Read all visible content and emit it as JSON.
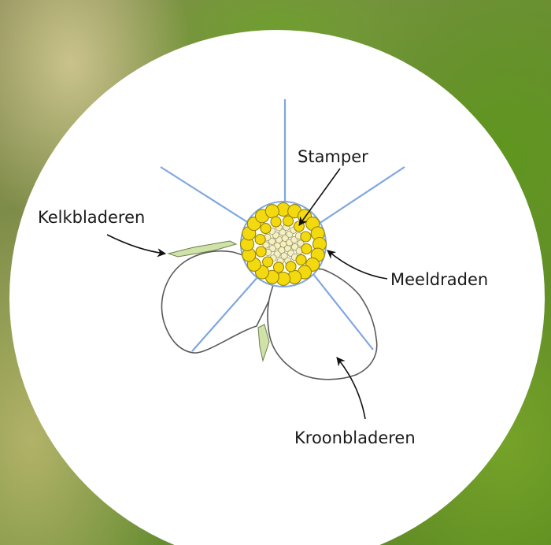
{
  "labels": {
    "pistil": "Stamper",
    "sepals": "Kelkbladeren",
    "stamens": "Meeldraden",
    "petals": "Kroonbladeren"
  },
  "colors": {
    "background_circle": "#ffffff",
    "rays": "#7fa7e0",
    "anthers": "#f3da10",
    "pistil": "#f5f0c2",
    "sepal": "#cfe3a8"
  }
}
